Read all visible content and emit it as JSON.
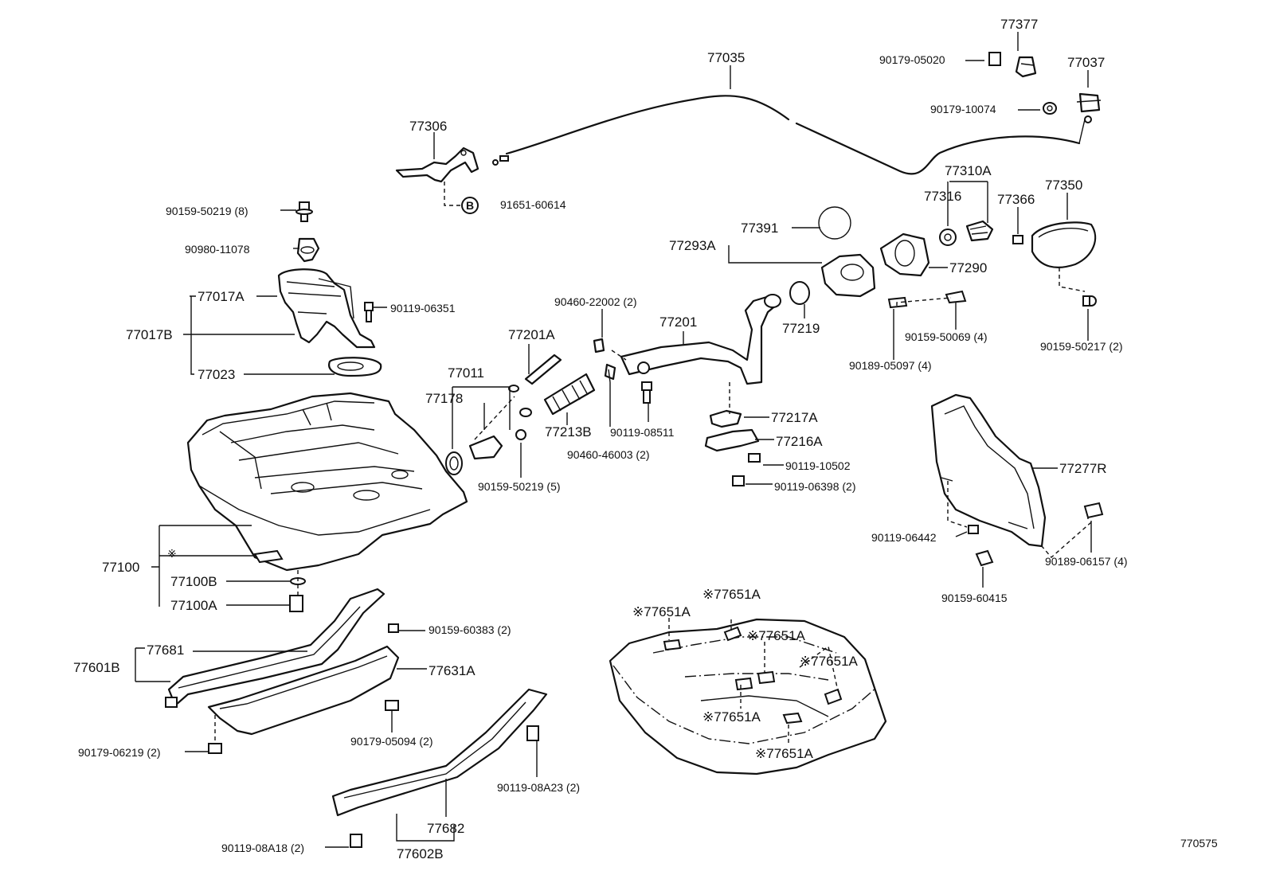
{
  "labels": {
    "l77377": "77377",
    "l77035": "77035",
    "l90179_05020": "90179-05020",
    "l77037": "77037",
    "l90179_10074": "90179-10074",
    "l77306": "77306",
    "l77310A": "77310A",
    "l77316": "77316",
    "l77366": "77366",
    "l77350": "77350",
    "l90159_50219_8": "90159-50219 (8)",
    "l91651_60614": "91651-60614",
    "l90980_11078": "90980-11078",
    "l77391": "77391",
    "l77293A": "77293A",
    "l77290": "77290",
    "l77017A": "77017A",
    "l90119_06351": "90119-06351",
    "l90460_22002": "90460-22002 (2)",
    "l77201A": "77201A",
    "l77201": "77201",
    "l77219": "77219",
    "l90159_50069": "90159-50069 (4)",
    "l90159_50217": "90159-50217 (2)",
    "l77017B": "77017B",
    "l90189_05097": "90189-05097 (4)",
    "l77023": "77023",
    "l77011": "77011",
    "l77178": "77178",
    "l77213B": "77213B",
    "l90119_08511": "90119-08511",
    "l77217A": "77217A",
    "l77216A": "77216A",
    "l90460_46003": "90460-46003 (2)",
    "l90119_10502": "90119-10502",
    "l90159_50219_5": "90159-50219 (5)",
    "l90119_06398": "90119-06398 (2)",
    "l77277R": "77277R",
    "l90119_06442": "90119-06442",
    "l90189_06157": "90189-06157 (4)",
    "l77100": "77100",
    "l77100B": "77100B",
    "l77100A": "77100A",
    "l90159_60415": "90159-60415",
    "l77651A_1": "※77651A",
    "l77651A_2": "※77651A",
    "l77651A_3": "※77651A",
    "l77651A_4": "※77651A",
    "l77651A_5": "※77651A",
    "l77651A_6": "※77651A",
    "l90159_60383": "90159-60383 (2)",
    "l77681": "77681",
    "l77601B": "77601B",
    "l77631A": "77631A",
    "l90179_06219": "90179-06219 (2)",
    "l90179_05094": "90179-05094 (2)",
    "l90119_08A23": "90119-08A23 (2)",
    "l77682": "77682",
    "l90119_08A18": "90119-08A18 (2)",
    "l77602B": "77602B",
    "l770575": "770575",
    "kome": "※",
    "circleB": "B"
  }
}
